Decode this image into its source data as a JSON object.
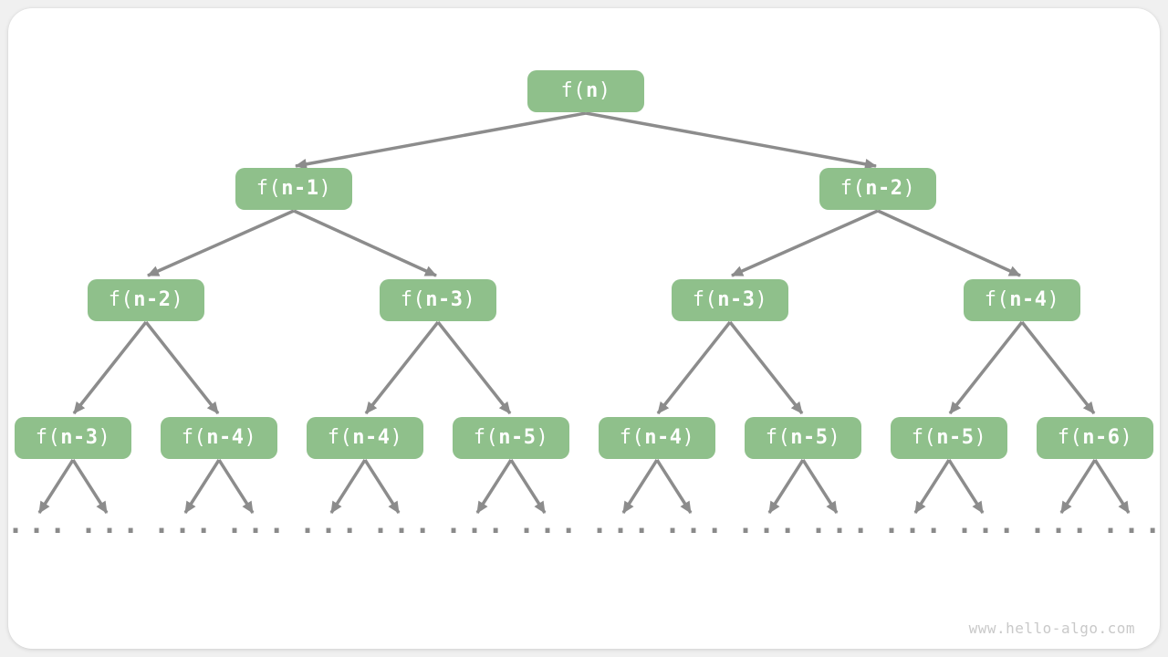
{
  "watermark": "www.hello-algo.com",
  "colors": {
    "page_background": "#f0f0f0",
    "card_background": "#ffffff",
    "node_green": "#8fc08b",
    "node_text": "#ffffff",
    "arrow_gray": "#8c8c8c",
    "ellipsis_gray": "#8a8a8a",
    "watermark_gray": "#c9c9c9"
  },
  "tree": {
    "ellipsis": "...",
    "root": {
      "prefix": "f(",
      "arg": "n",
      "suffix": ")"
    },
    "level2": [
      {
        "prefix": "f(",
        "arg": "n-1",
        "suffix": ")"
      },
      {
        "prefix": "f(",
        "arg": "n-2",
        "suffix": ")"
      }
    ],
    "level3": [
      {
        "prefix": "f(",
        "arg": "n-2",
        "suffix": ")"
      },
      {
        "prefix": "f(",
        "arg": "n-3",
        "suffix": ")"
      },
      {
        "prefix": "f(",
        "arg": "n-3",
        "suffix": ")"
      },
      {
        "prefix": "f(",
        "arg": "n-4",
        "suffix": ")"
      }
    ],
    "level4": [
      {
        "prefix": "f(",
        "arg": "n-3",
        "suffix": ")"
      },
      {
        "prefix": "f(",
        "arg": "n-4",
        "suffix": ")"
      },
      {
        "prefix": "f(",
        "arg": "n-4",
        "suffix": ")"
      },
      {
        "prefix": "f(",
        "arg": "n-5",
        "suffix": ")"
      },
      {
        "prefix": "f(",
        "arg": "n-4",
        "suffix": ")"
      },
      {
        "prefix": "f(",
        "arg": "n-5",
        "suffix": ")"
      },
      {
        "prefix": "f(",
        "arg": "n-5",
        "suffix": ")"
      },
      {
        "prefix": "f(",
        "arg": "n-6",
        "suffix": ")"
      }
    ]
  }
}
